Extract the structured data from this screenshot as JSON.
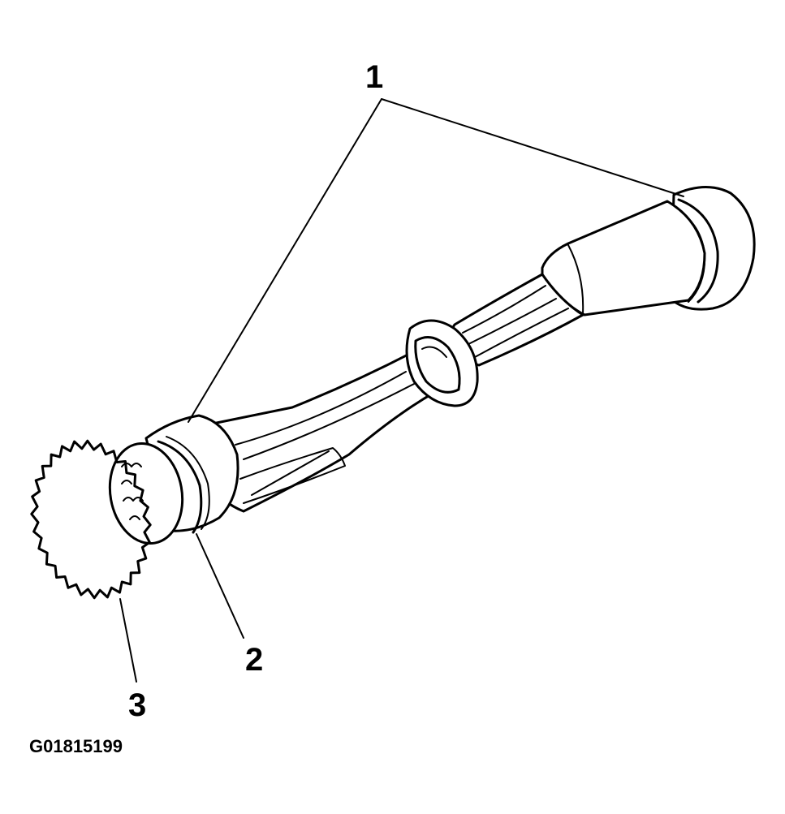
{
  "callouts": [
    {
      "label": "1"
    },
    {
      "label": "2"
    },
    {
      "label": "3"
    }
  ],
  "figure_code": "G01815199",
  "colors": {
    "line": "#000000",
    "background": "#ffffff"
  }
}
